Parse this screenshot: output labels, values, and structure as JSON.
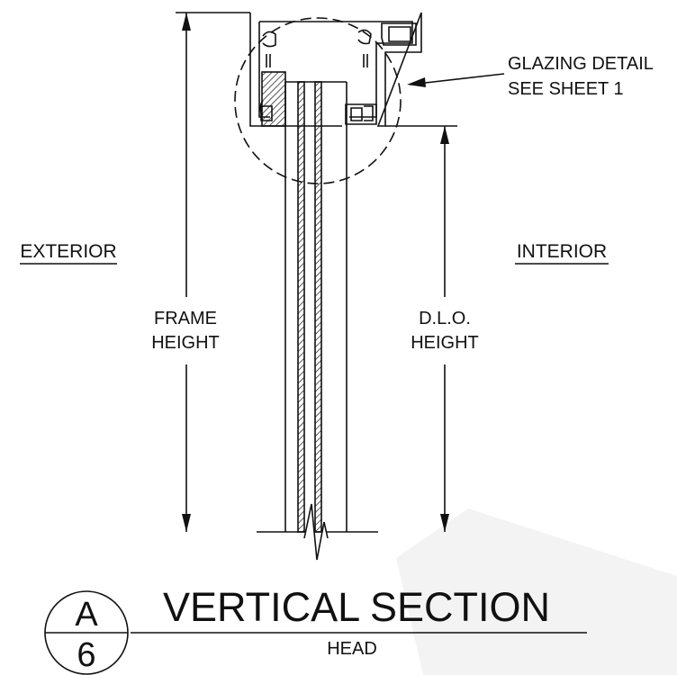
{
  "labels": {
    "exterior": "EXTERIOR",
    "interior": "INTERIOR",
    "frame_height_line1": "FRAME",
    "frame_height_line2": "HEIGHT",
    "dlo_height_line1": "D.L.O.",
    "dlo_height_line2": "HEIGHT",
    "callout_line1": "GLAZING DETAIL",
    "callout_line2": "SEE SHEET 1"
  },
  "title_block": {
    "title": "VERTICAL SECTION",
    "subtitle": "HEAD",
    "detail_letter": "A",
    "sheet_number": "6"
  },
  "colors": {
    "line": "#111111",
    "watermark": "#f3f3f3"
  }
}
